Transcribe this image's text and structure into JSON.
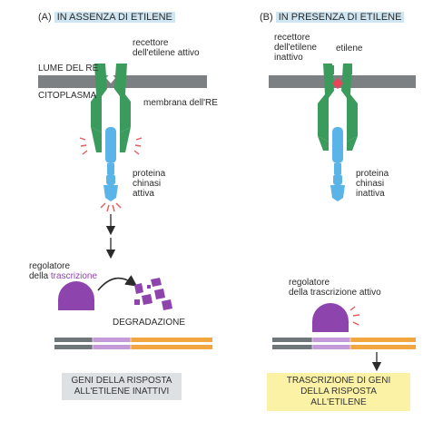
{
  "panel_a": {
    "letter": "(A)",
    "title": "IN ASSENZA DI ETILENE",
    "receptor_label": [
      "recettore",
      "dell'etilene attivo"
    ],
    "lumen_label": "LUME DEL RE",
    "cytoplasm_label": "CITOPLASMA",
    "membrane_label": "membrana dell'RE",
    "kinase_label": [
      "proteina",
      "chinasi",
      "attiva"
    ],
    "regulator_label_line1": "regolatore",
    "regulator_label_pre": "della ",
    "regulator_label_highlight": "trascrizione",
    "degradation_label": "DEGRADAZIONE",
    "result_label": [
      "GENI DELLA RISPOSTA",
      "ALL'ETILENE INATTIVI"
    ]
  },
  "panel_b": {
    "letter": "(B)",
    "title": "IN PRESENZA DI ETILENE",
    "receptor_label": [
      "recettore",
      "dell'etilene",
      "inattivo"
    ],
    "ethylene_label": "etilene",
    "kinase_label": [
      "proteina",
      "chinasi",
      "inattiva"
    ],
    "regulator_label": [
      "regolatore",
      "della trascrizione attivo"
    ],
    "result_label": [
      "TRASCRIZIONE DI GENI",
      "DELLA RISPOSTA ALL'ETILENE"
    ]
  },
  "colors": {
    "receptor": "#3a9b5c",
    "kinase": "#5ab4e8",
    "membrane": "#7d8082",
    "regulator": "#8e44ad",
    "ethylene": "#e8455a",
    "activity_marks": "#e55a5a",
    "dna_gray": "#6f7679",
    "dna_purple": "#c49bd8",
    "dna_orange": "#f2a640"
  }
}
